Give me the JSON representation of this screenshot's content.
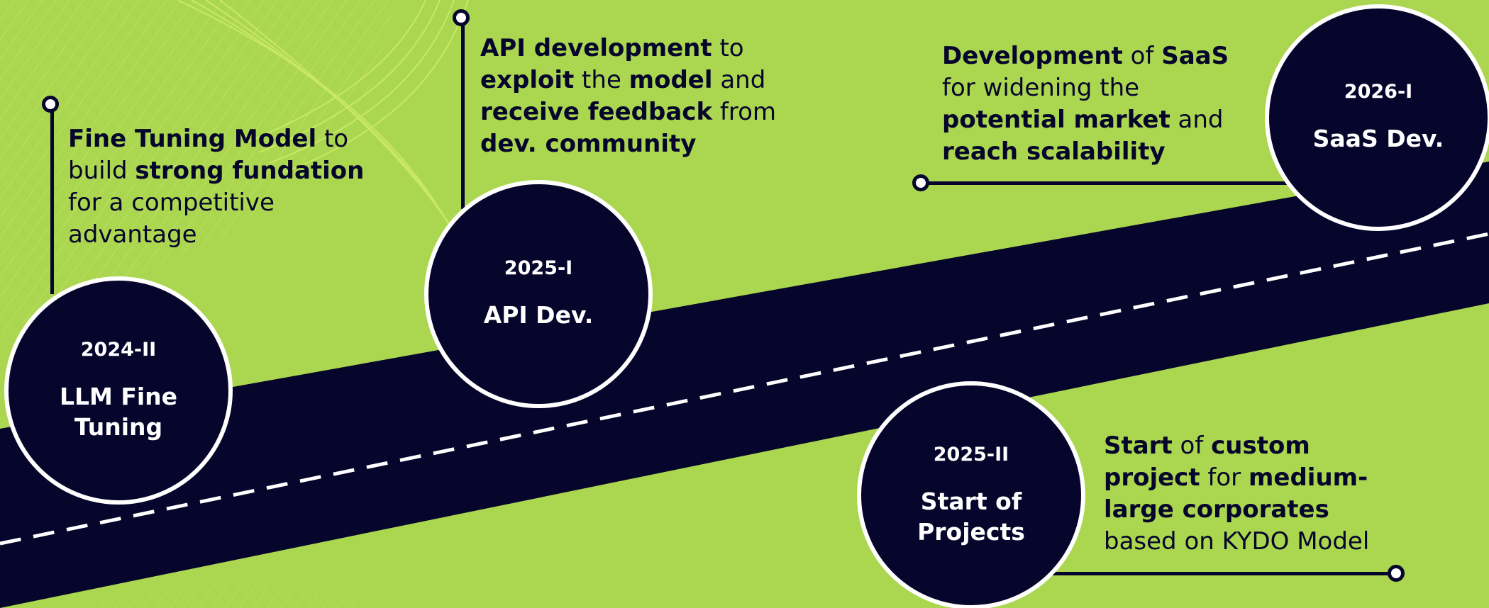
{
  "theme": {
    "background": "#abd650",
    "band": "#06052b",
    "accent": "#ffffff",
    "wave": "#d4ef6a"
  },
  "milestones": [
    {
      "date": "2024-II",
      "label": "LLM Fine Tuning",
      "description": [
        {
          "t": "Fine Tuning Model",
          "b": true
        },
        {
          "t": " to build ",
          "b": false
        },
        {
          "t": "strong fundation",
          "b": true
        },
        {
          "t": " for a competitive advantage",
          "b": false
        }
      ]
    },
    {
      "date": "2025-I",
      "label": "API Dev.",
      "description": [
        {
          "t": "API development",
          "b": true
        },
        {
          "t": " to ",
          "b": false
        },
        {
          "t": "exploit",
          "b": true
        },
        {
          "t": " the ",
          "b": false
        },
        {
          "t": "model",
          "b": true
        },
        {
          "t": " and ",
          "b": false
        },
        {
          "t": "receive feedback",
          "b": true
        },
        {
          "t": " from ",
          "b": false
        },
        {
          "t": "dev. community",
          "b": true
        }
      ]
    },
    {
      "date": "2025-II",
      "label": "Start of Projects",
      "description": [
        {
          "t": "Start",
          "b": true
        },
        {
          "t": " of ",
          "b": false
        },
        {
          "t": "custom project",
          "b": true
        },
        {
          "t": " for ",
          "b": false
        },
        {
          "t": "medium-large corporates",
          "b": true
        },
        {
          "t": " based on KYDO Model",
          "b": false
        }
      ]
    },
    {
      "date": "2026-I",
      "label": "SaaS Dev.",
      "description": [
        {
          "t": "Development",
          "b": true
        },
        {
          "t": " of ",
          "b": false
        },
        {
          "t": "SaaS",
          "b": true
        },
        {
          "t": " for widening the ",
          "b": false
        },
        {
          "t": "potential market",
          "b": true
        },
        {
          "t": " and ",
          "b": false
        },
        {
          "t": "reach scalability",
          "b": true
        }
      ]
    }
  ]
}
